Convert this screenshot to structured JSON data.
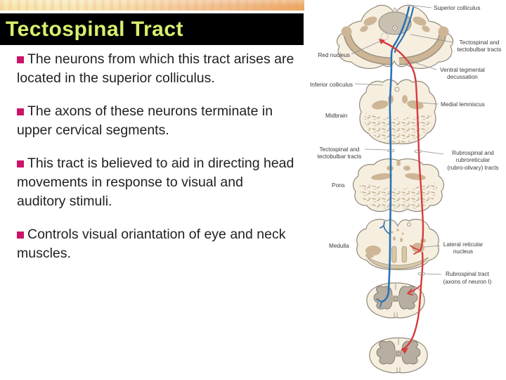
{
  "slide": {
    "title": "Tectospinal Tract",
    "bullets": [
      "The neurons from which this tract arises are located in the superior colliculus.",
      "The axons of these neurons terminate in upper cervical segments.",
      "This tract is believed to aid in directing head movements in response to visual and auditory stimuli.",
      "Controls visual oriantation of eye and neck muscles."
    ]
  },
  "diagram": {
    "labels": {
      "superior_colliculus": [
        "Superior colliculus"
      ],
      "tecto_tracts_right": [
        "Tectospinal and",
        "tectobulbar tracts"
      ],
      "red_nucleus": [
        "Red nucleus"
      ],
      "ventral_tegmental_decussation": [
        "Ventral tegmental",
        "decussation"
      ],
      "inferior_colliculus": [
        "Inferior colliculus"
      ],
      "medial_lemniscus": [
        "Medial lemniscus"
      ],
      "midbrain": [
        "Midbrain"
      ],
      "tecto_tracts_left": [
        "Tectospinal and",
        "tectobulbar tracts"
      ],
      "rubro_tracts": [
        "Rubrospinal and",
        "rubroreticular",
        "(rubro-olivary) tracts"
      ],
      "pons": [
        "Pons"
      ],
      "medulla": [
        "Medulla"
      ],
      "lateral_reticular_nucleus": [
        "Lateral reticular",
        "nucleus"
      ],
      "rubrospinal_tract": [
        "Rubrospinal tract",
        "(axons of neuron I)"
      ]
    }
  },
  "theme": {
    "title_color": "#d6f06e",
    "title_bar_color": "#000000",
    "bullet_marker_color": "#cc1369",
    "body_text_color": "#212121",
    "tract_blue": "#2a72b3",
    "tract_red": "#d83a3c",
    "section_fill": "#f6efe0",
    "section_blob": "#cdb595",
    "gray_matter": "#b5aea1",
    "outline_col": "#8f897c"
  }
}
